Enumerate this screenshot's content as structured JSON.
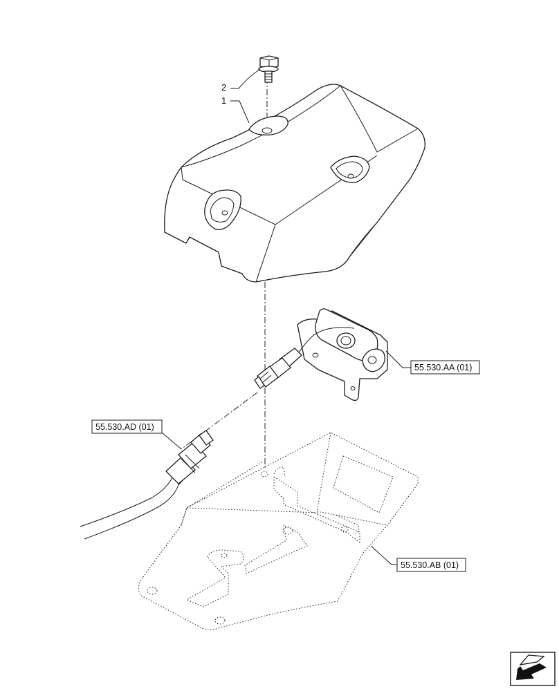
{
  "callouts": [
    {
      "id": "1",
      "label": "1"
    },
    {
      "id": "2",
      "label": "2"
    }
  ],
  "references": [
    {
      "id": "aa",
      "label": "55.530.AA (01)"
    },
    {
      "id": "ad",
      "label": "55.530.AD (01)"
    },
    {
      "id": "ab",
      "label": "55.530.AB (01)"
    }
  ],
  "navigation": {
    "icon": "arrow-icon"
  }
}
